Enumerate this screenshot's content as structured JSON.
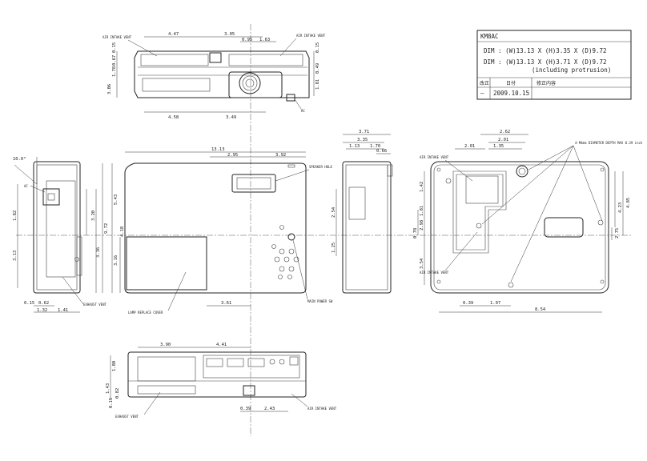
{
  "title_block": {
    "model": "KM8AC",
    "dim1": "DIM : (W)13.13 X (H)3.35 X (D)9.72",
    "dim2": "DIM : (W)13.13 X (H)3.71 X (D)9.72",
    "dim2_note": "(including protrusion)",
    "col_rev": "改正",
    "col_date": "日付",
    "col_content": "修正内容",
    "row_rev": "—",
    "row_date": "2009.10.15"
  },
  "labels": {
    "air_intake_vent": "AIR INTAKE VENT",
    "exhaust_vent": "EXHAUST VENT",
    "speaker_hole": "SPEAKER HOLE",
    "lamp_replace_cover": "LAMP REPLACE COVER",
    "main_power_sw": "MAIN POWER SW",
    "rc": "RC",
    "ac": "AC",
    "mount_holes": "4-M4mm DIAMETER DEPTH MAX 0.39 inch"
  },
  "top_view": {
    "d_447": "4.47",
    "d_305": "3.05",
    "d_095": "0.95",
    "d_163": "1.63",
    "d_458": "4.58",
    "d_349": "3.49",
    "d_015": "0.15",
    "d_067": "0.67",
    "d_178": "1.78",
    "d_306": "3.06",
    "d_015b": "0.15",
    "d_049": "0.49",
    "d_181": "1.81"
  },
  "front_view": {
    "d_1313": "13.13",
    "d_295": "2.95",
    "d_392": "3.92",
    "d_543": "5.43",
    "d_972": "9.72",
    "d_418": "4.18",
    "d_316": "3.16",
    "d_361": "3.61"
  },
  "left_view": {
    "d_angle": "10.0°",
    "d_182": "1.82",
    "d_313": "3.13",
    "d_320": "3.20",
    "d_336": "3.36",
    "d_015": "0.15",
    "d_062": "0.62",
    "d_132": "1.32",
    "d_141": "1.41"
  },
  "side_view": {
    "d_371": "3.71",
    "d_335": "3.35",
    "d_113": "1.13",
    "d_170": "1.70",
    "d_066": "0.66",
    "d_254": "2.54",
    "d_125": "1.25"
  },
  "bottom_view": {
    "d_262": "2.62",
    "d_201a": "2.01",
    "d_201b": "2.01",
    "d_135": "1.35",
    "d_142": "1.42",
    "d_181": "1.81",
    "d_298": "2.98",
    "d_078": "0.78",
    "d_354": "3.54",
    "d_423": "4.23",
    "d_485": "4.85",
    "d_275": "2.75",
    "d_039": "0.39",
    "d_197": "1.97",
    "d_854": "8.54"
  },
  "rear_view": {
    "d_390": "3.90",
    "d_441": "4.41",
    "d_180": "1.80",
    "d_143": "1.43",
    "d_082": "0.82",
    "d_015": "0.15",
    "d_039": "0.39",
    "d_243": "2.43"
  }
}
